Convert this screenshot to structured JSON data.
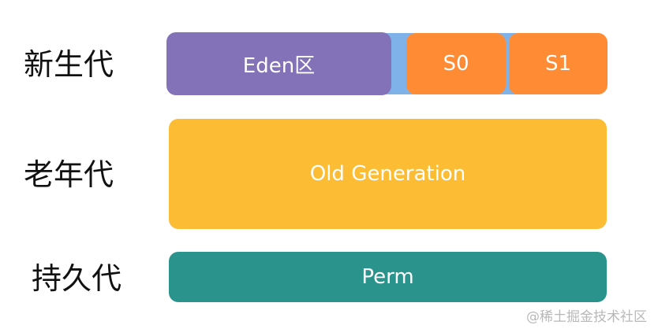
{
  "rows": {
    "young": {
      "label": "新生代",
      "eden": "Eden区",
      "s0": "S0",
      "s1": "S1"
    },
    "old": {
      "label": "老年代",
      "block": "Old Generation"
    },
    "perm": {
      "label": "持久代",
      "block": "Perm"
    }
  },
  "colors": {
    "eden": "#8472b8",
    "survivor": "#ff8c35",
    "young_background": "#7fb2e8",
    "old": "#fcbc34",
    "perm": "#2a938c",
    "label_text": "#111111",
    "watermark": "#b8b8b8"
  },
  "watermark": "@稀土掘金技术社区"
}
